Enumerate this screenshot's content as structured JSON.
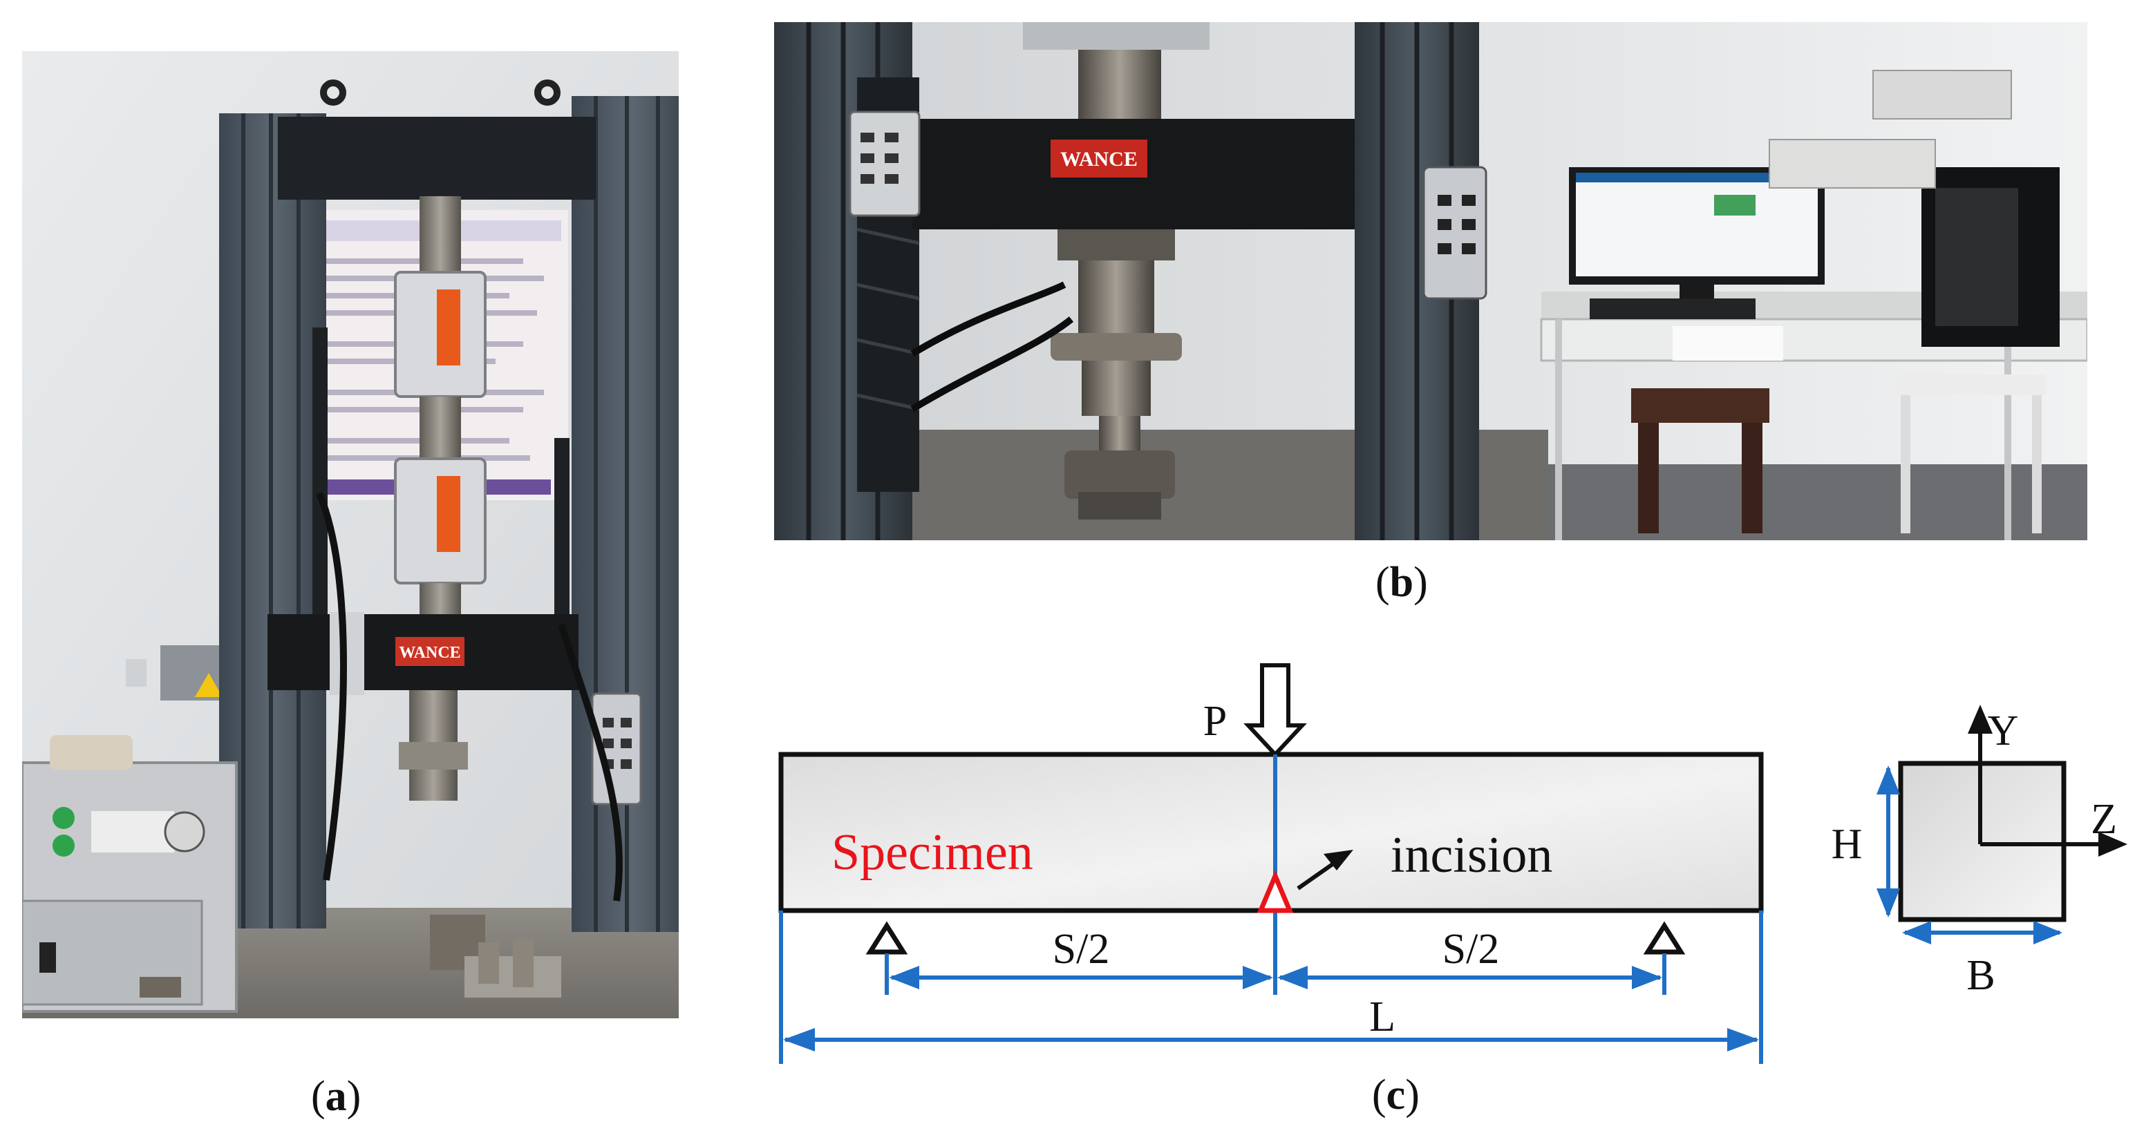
{
  "figure": {
    "panels": {
      "a": {
        "caption_open": "(",
        "caption_letter": "a",
        "caption_close": ")"
      },
      "b": {
        "caption_open": "(",
        "caption_letter": "b",
        "caption_close": ")"
      },
      "c": {
        "caption_open": "(",
        "caption_letter": "c",
        "caption_close": ")"
      }
    },
    "machine_logo": "WANCE",
    "diagram": {
      "load_label": "P",
      "specimen_label": "Specimen",
      "incision_label": "incision",
      "half_span_left": "S/2",
      "half_span_right": "S/2",
      "length_label": "L",
      "height_label": "H",
      "breadth_label": "B",
      "axis_y": "Y",
      "axis_z": "Z",
      "colors": {
        "dimension": "#1f6fc6",
        "specimen_text": "#e8141b",
        "notch": "#e8141b"
      }
    }
  }
}
